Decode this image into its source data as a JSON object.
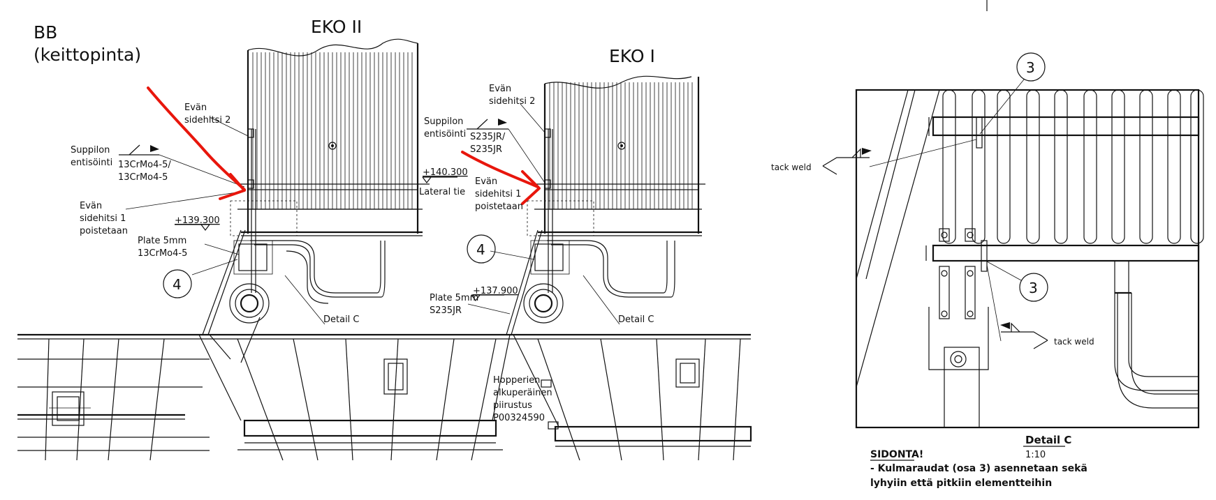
{
  "texts": {
    "bb_line1": "BB",
    "bb_line2": "(keittopinta)",
    "eko2_title": "EKO II",
    "eko1_title": "EKO I",
    "l_evan_sidehitsi2_a1": "Evän",
    "l_evan_sidehitsi2_a2": "sidehitsi 2",
    "l_suppilon_a1": "Suppilon",
    "l_suppilon_a2": "entisöinti",
    "l_mat_a1": "13CrMo4-5/",
    "l_mat_a2": "13CrMo4-5",
    "l_evan_sidehitsi1_a1": "Evän",
    "l_evan_sidehitsi1_a2": "sidehitsi 1",
    "l_evan_sidehitsi1_a3": "poistetaan",
    "l_level_139": "+139.300",
    "l_plate_a1": "Plate 5mm",
    "l_plate_a2": "13CrMo4-5",
    "l_callout_4a": "4",
    "l_detail_c_a": "Detail C",
    "l_evan_sidehitsi2_b1": "Evän",
    "l_evan_sidehitsi2_b2": "sidehitsi 2",
    "l_suppilon_b1": "Suppilon",
    "l_suppilon_b2": "entisöinti",
    "l_mat_b1": "S235JR/",
    "l_mat_b2": "S235JR",
    "l_level_140": "+140.300",
    "l_lateral_tie": "Lateral tie",
    "l_evan_sidehitsi1_b1": "Evän",
    "l_evan_sidehitsi1_b2": "sidehitsi 1",
    "l_evan_sidehitsi1_b3": "poistetaan",
    "l_callout_4b": "4",
    "l_level_137": "+137.900",
    "l_plate_b1": "Plate 5mm",
    "l_plate_b2": "S235JR",
    "l_detail_c_b": "Detail C",
    "l_hopperien1": "Hopperien",
    "l_hopperien2": "alkuperäinen",
    "l_hopperien3": "piirustus",
    "l_hopperien4": "P00324590",
    "d_callout_3_top": "3",
    "d_callout_3_bottom": "3",
    "d_tack_weld_left": "tack weld",
    "d_tack_weld_right": "tack weld",
    "d_title": "Detail C",
    "d_scale": "1:10",
    "d_sidonta": "SIDONTA!",
    "d_note1": "- Kulmaraudat (osa 3) asennetaan sekä",
    "d_note2": "lyhyiin että pitkiin elementteihin"
  },
  "colors": {
    "markup_red": "#e8160c",
    "line": "#111111",
    "background": "#ffffff"
  }
}
